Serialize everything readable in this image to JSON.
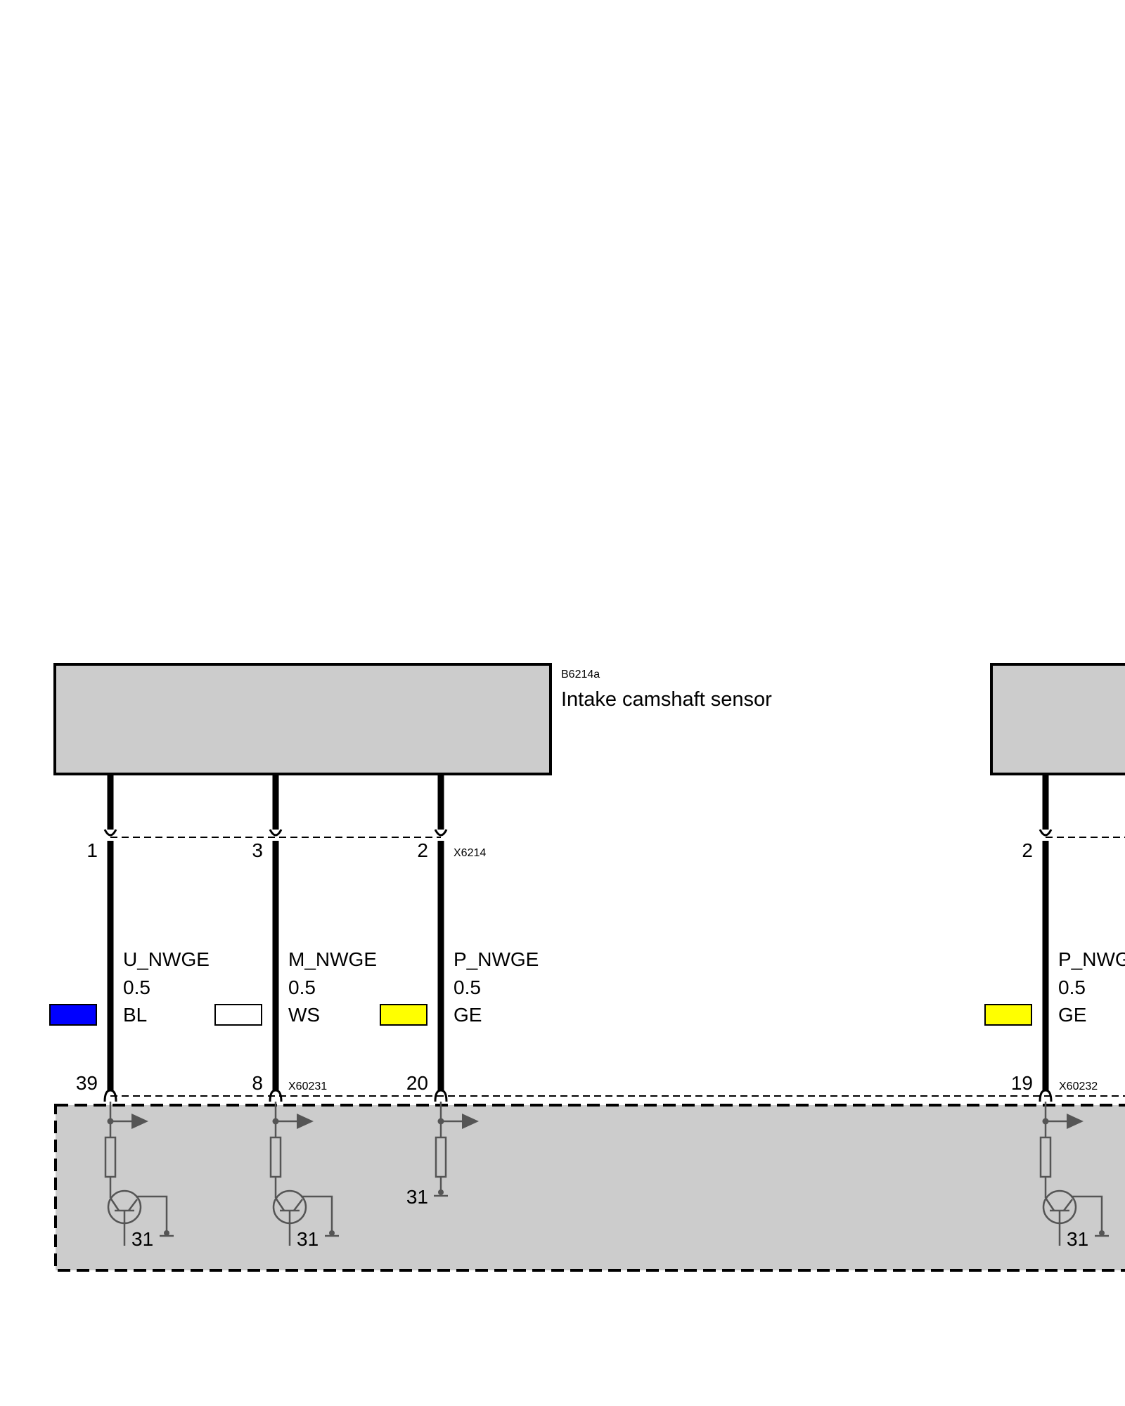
{
  "colors": {
    "box_fill": "#cccccc",
    "line": "#000000",
    "symbol_gray": "#555555",
    "swatch_bl": "#0000ff",
    "swatch_ws": "#ffffff",
    "swatch_ge": "#ffff00"
  },
  "sensor": {
    "id": "B6214a",
    "title": "Intake camshaft sensor"
  },
  "connectors": {
    "sensor_side": "X6214",
    "ecu_left": "X60231",
    "ecu_right": "X60232"
  },
  "wires": [
    {
      "sensor_pin": "1",
      "ecu_pin": "39",
      "signal": "U_NWGE",
      "size": "0.5",
      "color_code": "BL",
      "swatch": "#0000ff",
      "ground": "31"
    },
    {
      "sensor_pin": "3",
      "ecu_pin": "8",
      "signal": "M_NWGE",
      "size": "0.5",
      "color_code": "WS",
      "swatch": "#ffffff",
      "ground": "31"
    },
    {
      "sensor_pin": "2",
      "ecu_pin": "20",
      "signal": "P_NWGE",
      "size": "0.5",
      "color_code": "GE",
      "swatch": "#ffff00",
      "ground": "31"
    },
    {
      "sensor_pin": "2",
      "ecu_pin": "19",
      "signal": "P_NWG",
      "size": "0.5",
      "color_code": "GE",
      "swatch": "#ffff00",
      "ground": "31"
    }
  ]
}
